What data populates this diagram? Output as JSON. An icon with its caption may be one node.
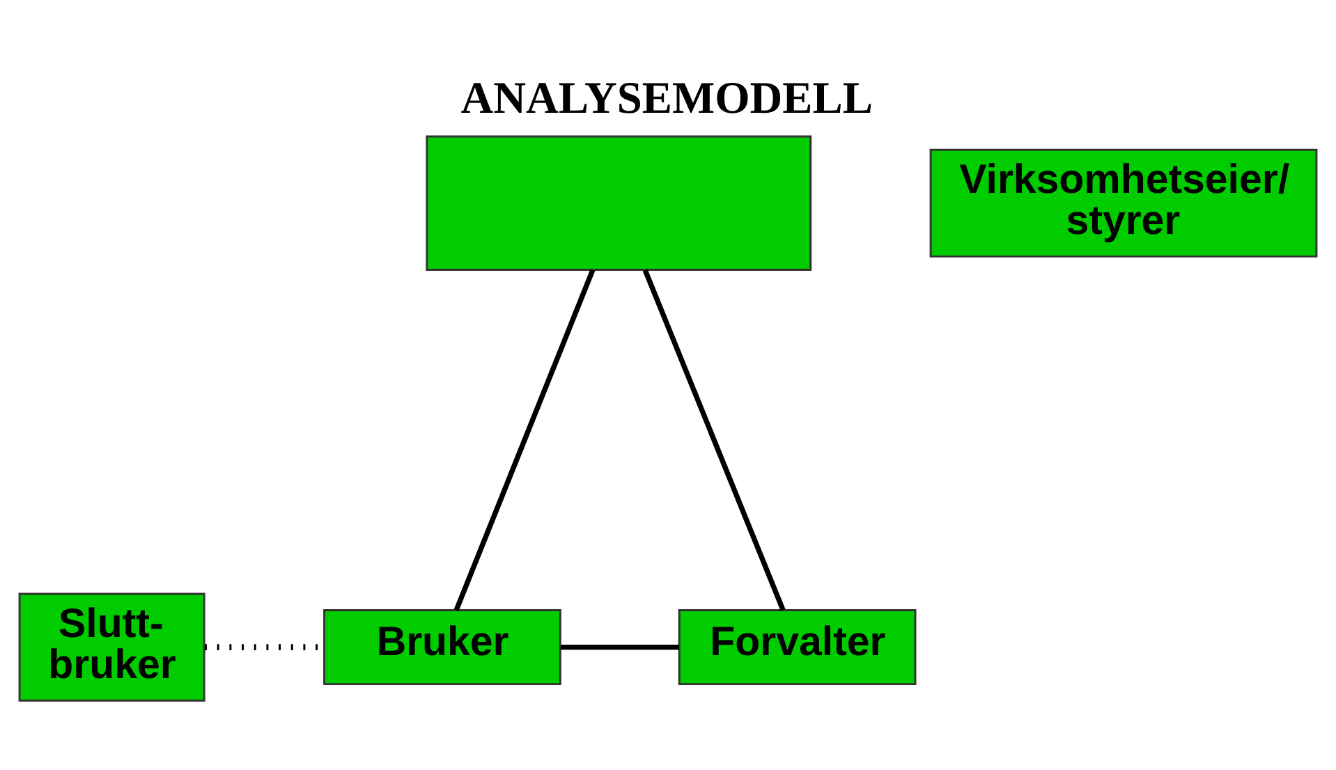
{
  "diagram": {
    "title": "ANALYSEMODELL",
    "nodes": [
      {
        "text": [],
        "shape": "box"
      },
      {
        "text": [
          "Virksomhetseier/ styrer"
        ]
      },
      {
        "text": [
          "Slutt- bruker"
        ]
      },
      {
        "text": [
          "Bruker"
        ]
      },
      {
        "text": [
          "Forvalter"
        ]
      }
    ],
    "edges": [
      {
        "from": 0,
        "to": 3,
        "arrow": "none"
      },
      {
        "from": 0,
        "to": 4,
        "arrow": "none"
      },
      {
        "from": 2,
        "to": 3,
        "arrow": "none",
        "style": "dashed"
      },
      {
        "from": 3,
        "to": 4,
        "arrow": "none"
      }
    ]
  }
}
